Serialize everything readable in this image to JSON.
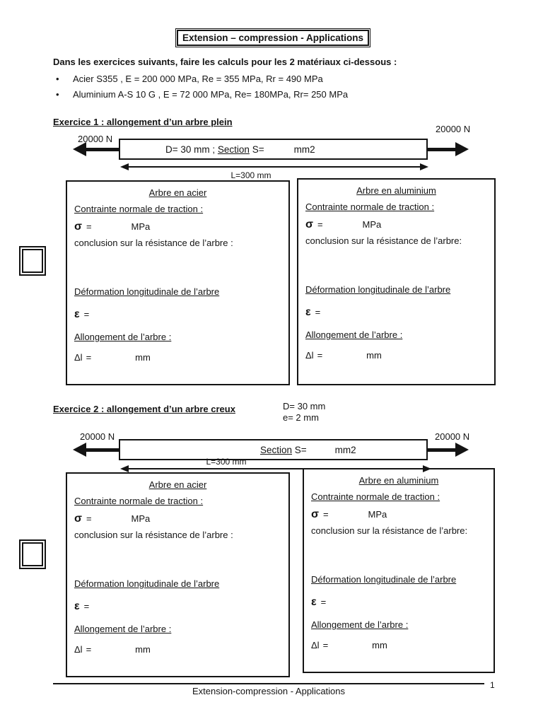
{
  "header": {
    "title": "Extension – compression - Applications",
    "intro": "Dans les exercices suivants, faire les calculs pour les 2 matériaux ci-dessous :",
    "bullet_char": "•",
    "materials": [
      "Acier S355 , E = 200 000 MPa, Re = 355 MPa, Rr = 490 MPa",
      "Aluminium A-S 10 G , E = 72 000 MPa, Re= 180MPa, Rr= 250 MPa"
    ]
  },
  "exercise1": {
    "heading": "Exercice 1 : allongement d’un arbre plein",
    "force_left": "20000 N",
    "force_right": "20000 N",
    "bar_prefix": "D= 30 mm ; ",
    "bar_section_word": "Section",
    "bar_after_section": " S=",
    "bar_unit": "mm2",
    "length_label": "L=300 mm"
  },
  "exercise2": {
    "heading": "Exercice 2 : allongement d’un arbre creux",
    "dim_diameter": "D= 30 mm",
    "dim_thickness": "e= 2 mm",
    "force_left": "20000 N",
    "force_right": "20000 N",
    "bar_section_word": "Section",
    "bar_after_section": " S=",
    "bar_unit": "mm2",
    "length_label": "L=300 mm"
  },
  "result_box": {
    "steel_title": "Arbre en acier",
    "aluminium_title": "Arbre en aluminium",
    "stress_heading": "Contrainte normale de traction :",
    "sigma_symbol": "σ",
    "equals": "=",
    "sigma_unit": "MPa",
    "conclusion_steel": "conclusion sur la résistance de l’arbre :",
    "conclusion_aluminium": "conclusion sur la résistance de l’arbre:",
    "strain_heading": "Déformation longitudinale de l’arbre",
    "epsilon_symbol": "ε",
    "elongation_heading": "Allongement de l’arbre :",
    "delta_symbol": "Δl",
    "elongation_unit": "mm"
  },
  "footer": {
    "text": "Extension-compression - Applications",
    "page_number": "1"
  }
}
